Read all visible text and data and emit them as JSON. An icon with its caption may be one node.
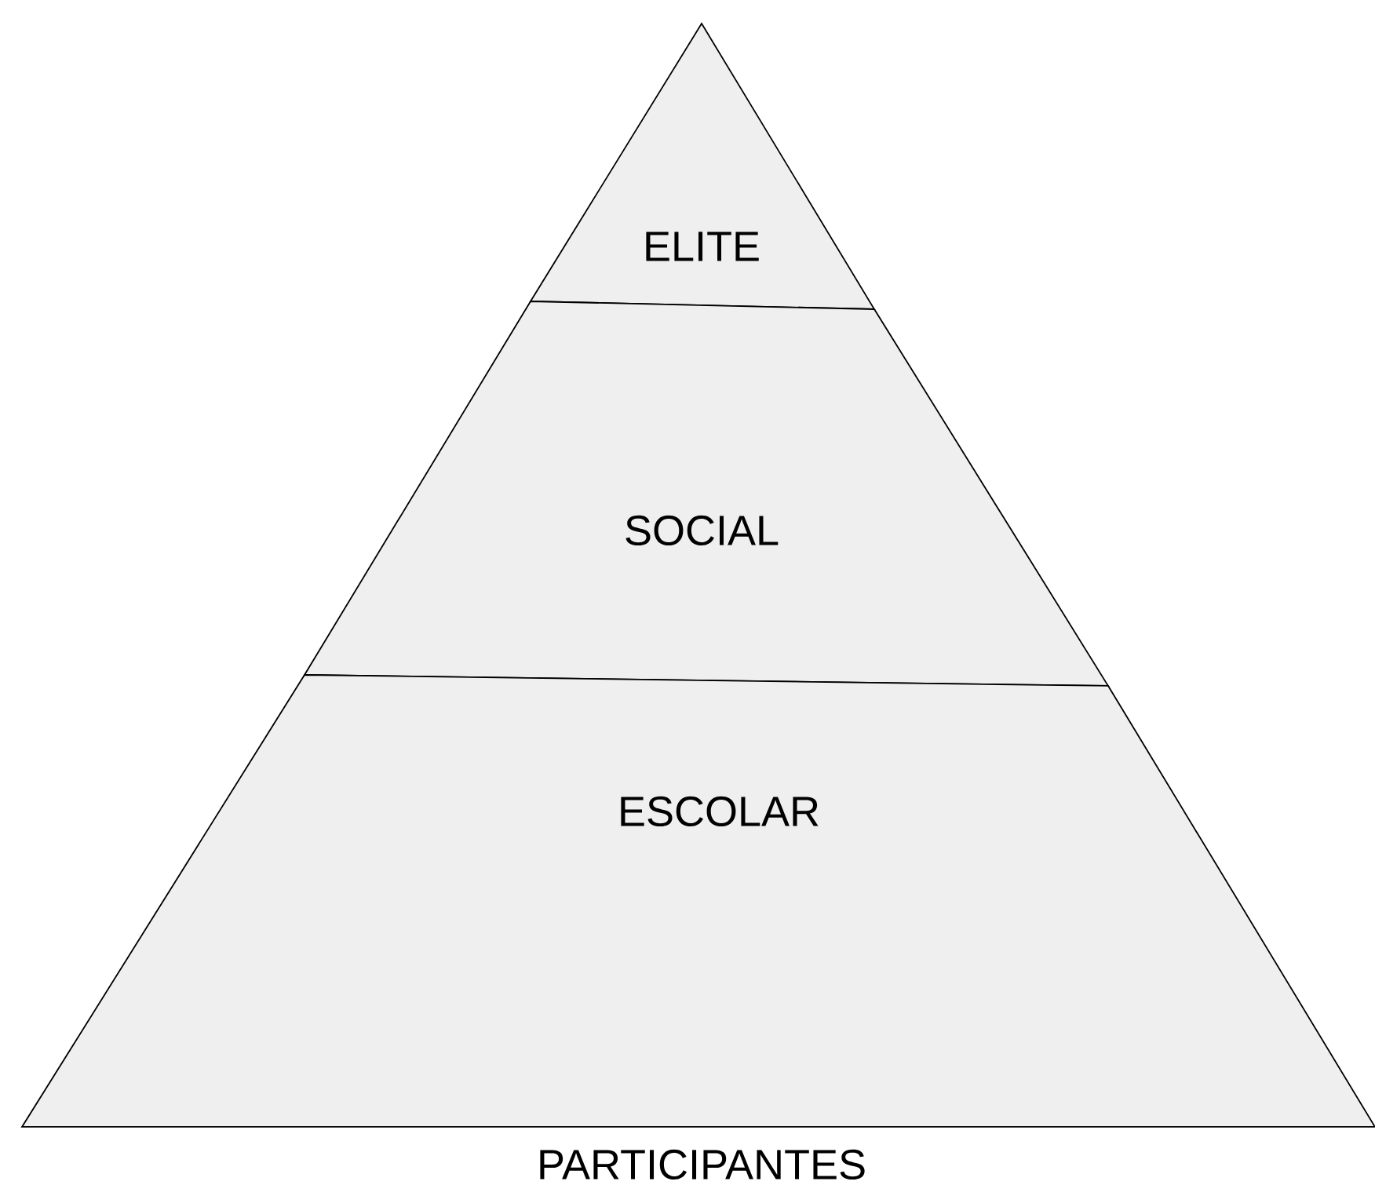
{
  "diagram": {
    "nodes": [
      {
        "text": [
          "ELITE"
        ]
      },
      {
        "text": [
          "SOCIAL"
        ]
      },
      {
        "text": [
          "ESCOLAR"
        ]
      }
    ],
    "labels": [
      "PARTICIPANTES"
    ]
  }
}
